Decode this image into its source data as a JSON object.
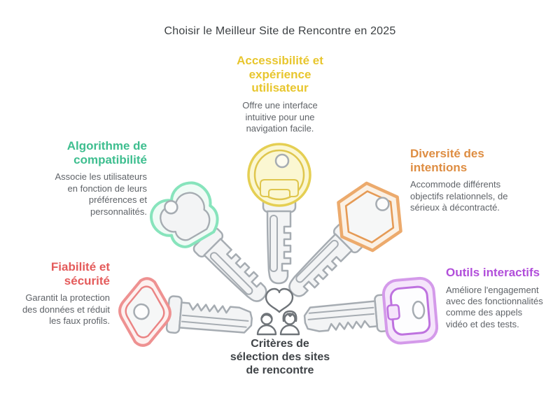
{
  "title": "Choisir le Meilleur Site de Rencontre en 2025",
  "center": {
    "label": "Critères de\nsélection des sites\nde rencontre",
    "icons": [
      "heart-icon",
      "man-icon",
      "woman-icon"
    ]
  },
  "sections": {
    "accessibility": {
      "title": "Accessibilité et\nexpérience\nutilisateur",
      "description": "Offre une interface\nintuitive pour une\nnavigation facile.",
      "color": "#e8c62e",
      "key_color": "#e5cf53",
      "key_fill": "#fbf7d2",
      "icon": "round-head-key-icon",
      "position": "top-center"
    },
    "algorithm": {
      "title": "Algorithme de\ncompatibilité",
      "description": "Associe les utilisateurs\nen fonction de leurs\npréférences et\npersonnalités.",
      "color": "#3ebe8f",
      "key_color": "#87e4bc",
      "key_fill": "#f0fbf6",
      "icon": "clover-head-key-icon",
      "position": "upper-left"
    },
    "diversity": {
      "title": "Diversité des\nintentions",
      "description": "Accommode différents\nobjectifs relationnels, de\nsérieux à décontracté.",
      "color": "#de8d42",
      "key_color": "#ecaa6c",
      "key_fill": "#fbf1e5",
      "icon": "hexagon-head-key-icon",
      "position": "upper-right"
    },
    "reliability": {
      "title": "Fiabilité et\nsécurité",
      "description": "Garantit la protection\ndes données et réduit\nles faux profils.",
      "color": "#e45b5b",
      "key_color": "#ee9191",
      "key_fill": "#fdf1f0",
      "icon": "diamond-head-key-icon",
      "position": "lower-left"
    },
    "tools": {
      "title": "Outils interactifs",
      "description": "Améliore l'engagement\navec des fonctionnalités\ncomme des appels\nvidéo et des tests.",
      "color": "#b14eda",
      "key_color": "#d49aea",
      "key_fill": "#f5e5fb",
      "icon": "square-head-key-icon",
      "position": "lower-right"
    }
  },
  "illustration": {
    "shaft_color": "#a6acb2",
    "shaft_fill": "#f3f4f5",
    "people_icon_color": "#6f7479"
  }
}
